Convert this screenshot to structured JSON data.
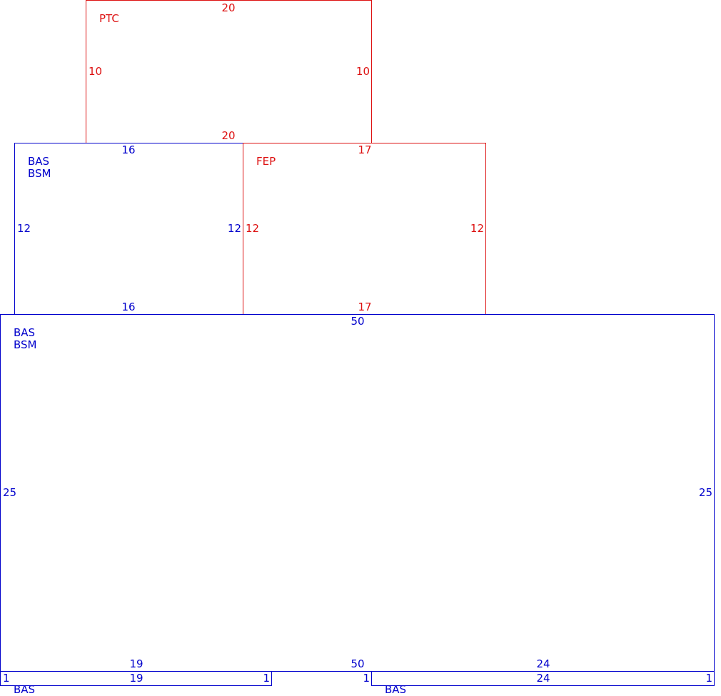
{
  "colors": {
    "living": "#0000cc",
    "other": "#dd1111"
  },
  "areas": [
    {
      "id": "ptc",
      "kind": "other",
      "codes": [
        "PTC"
      ],
      "dims": {
        "top": "20",
        "bottom": "20",
        "left": "10",
        "right": "10"
      }
    },
    {
      "id": "bas-upper",
      "kind": "living",
      "codes": [
        "BAS",
        "BSM"
      ],
      "dims": {
        "top": "16",
        "bottom": "16",
        "left": "12",
        "right": "12"
      }
    },
    {
      "id": "fep",
      "kind": "other",
      "codes": [
        "FEP"
      ],
      "dims": {
        "top": "17",
        "bottom": "17",
        "left": "12",
        "right": "12"
      }
    },
    {
      "id": "bas-main",
      "kind": "living",
      "codes": [
        "BAS",
        "BSM"
      ],
      "dims": {
        "top": "50",
        "bottom": "50",
        "left": "25",
        "right": "25"
      }
    },
    {
      "id": "bas-strip-left",
      "kind": "living",
      "codes": [
        "BAS"
      ],
      "dims": {
        "top": "19",
        "bottom": "19",
        "left": "1",
        "right": "1"
      }
    },
    {
      "id": "bas-strip-right",
      "kind": "living",
      "codes": [
        "BAS"
      ],
      "dims": {
        "top": "24",
        "bottom": "24",
        "left": "1",
        "right": "1"
      }
    }
  ]
}
